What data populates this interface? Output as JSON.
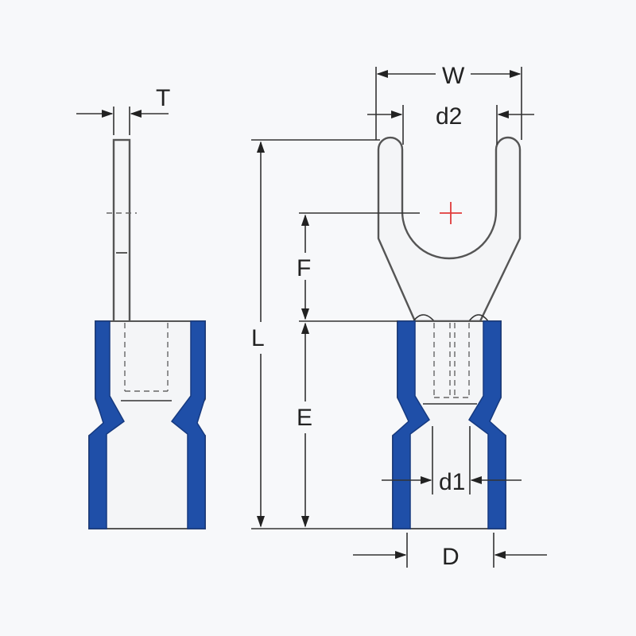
{
  "labels": {
    "T": "T",
    "W": "W",
    "d2": "d2",
    "L": "L",
    "F": "F",
    "E": "E",
    "d1": "d1",
    "D": "D"
  },
  "colors": {
    "background": "#f7f8fa",
    "insulation_blue": "#1f4fa8",
    "insulation_dark": "#163a80",
    "line": "#333333",
    "center_mark": "#e03a3a"
  }
}
